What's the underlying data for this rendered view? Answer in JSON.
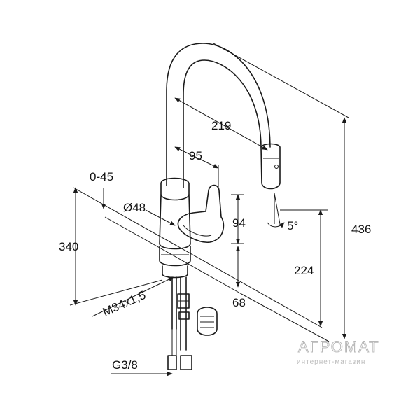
{
  "dimensions": {
    "reach": "219",
    "handle_offset": "95",
    "swivel": "0-45",
    "body_diameter": "Ø48",
    "handle_height": "94",
    "total_height": "436",
    "outlet_height": "224",
    "tap_height": "340",
    "spray_angle": "5°",
    "deck_thickness": "68",
    "thread": "M34x1,5",
    "connection": "G3/8"
  },
  "watermark": {
    "brand": "АГРОМАТ",
    "tagline": "интернет-магазин"
  }
}
